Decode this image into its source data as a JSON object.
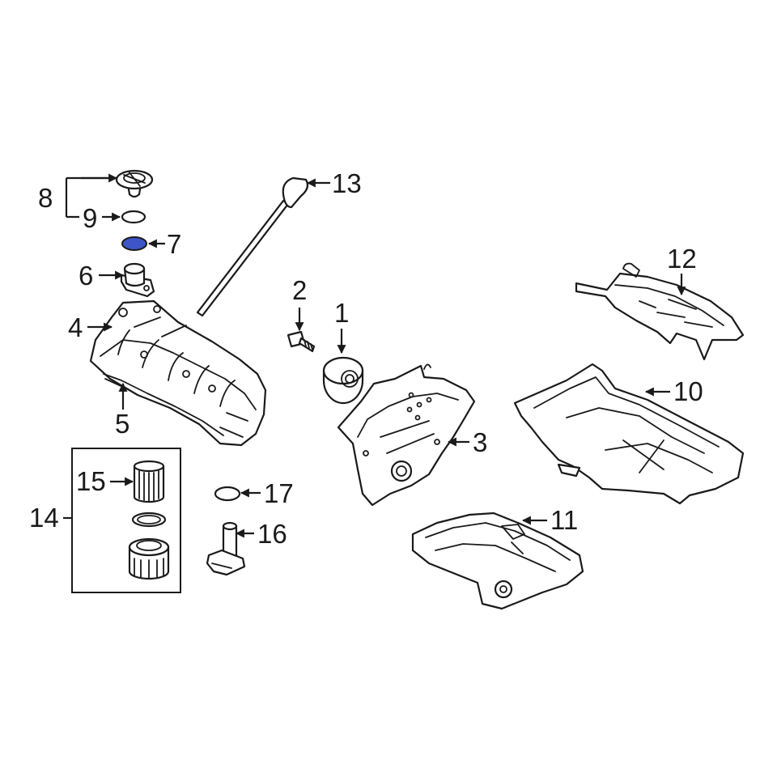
{
  "callouts": {
    "c1": "1",
    "c2": "2",
    "c3": "3",
    "c4": "4",
    "c5": "5",
    "c6": "6",
    "c7": "7",
    "c8": "8",
    "c9": "9",
    "c10": "10",
    "c11": "11",
    "c12": "12",
    "c13": "13",
    "c14": "14",
    "c15": "15",
    "c16": "16",
    "c17": "17"
  },
  "colors": {
    "line": "#1a1a1a",
    "highlight": "#3d55c6",
    "background": "#ffffff"
  }
}
